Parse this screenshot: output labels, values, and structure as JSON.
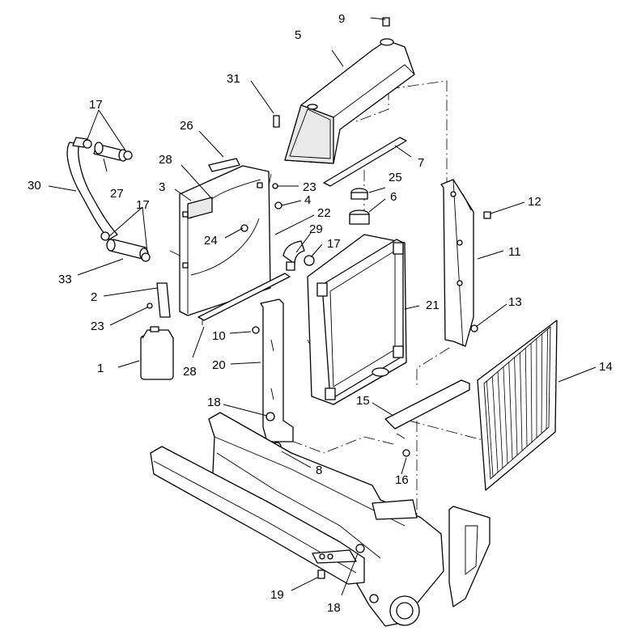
{
  "callouts": {
    "c1": "1",
    "c2": "2",
    "c3": "3",
    "c4": "4",
    "c5": "5",
    "c6": "6",
    "c7": "7",
    "c8": "8",
    "c9": "9",
    "c10": "10",
    "c11": "11",
    "c12": "12",
    "c13": "13",
    "c14": "14",
    "c15": "15",
    "c16": "16",
    "c17a": "17",
    "c17b": "17",
    "c17c": "17",
    "c18a": "18",
    "c18b": "18",
    "c19": "19",
    "c20": "20",
    "c21": "21",
    "c22": "22",
    "c23a": "23",
    "c23b": "23",
    "c24": "24",
    "c25": "25",
    "c26": "26",
    "c27": "27",
    "c28a": "28",
    "c28b": "28",
    "c29": "29",
    "c30": "30",
    "c31": "31",
    "c33": "33"
  }
}
